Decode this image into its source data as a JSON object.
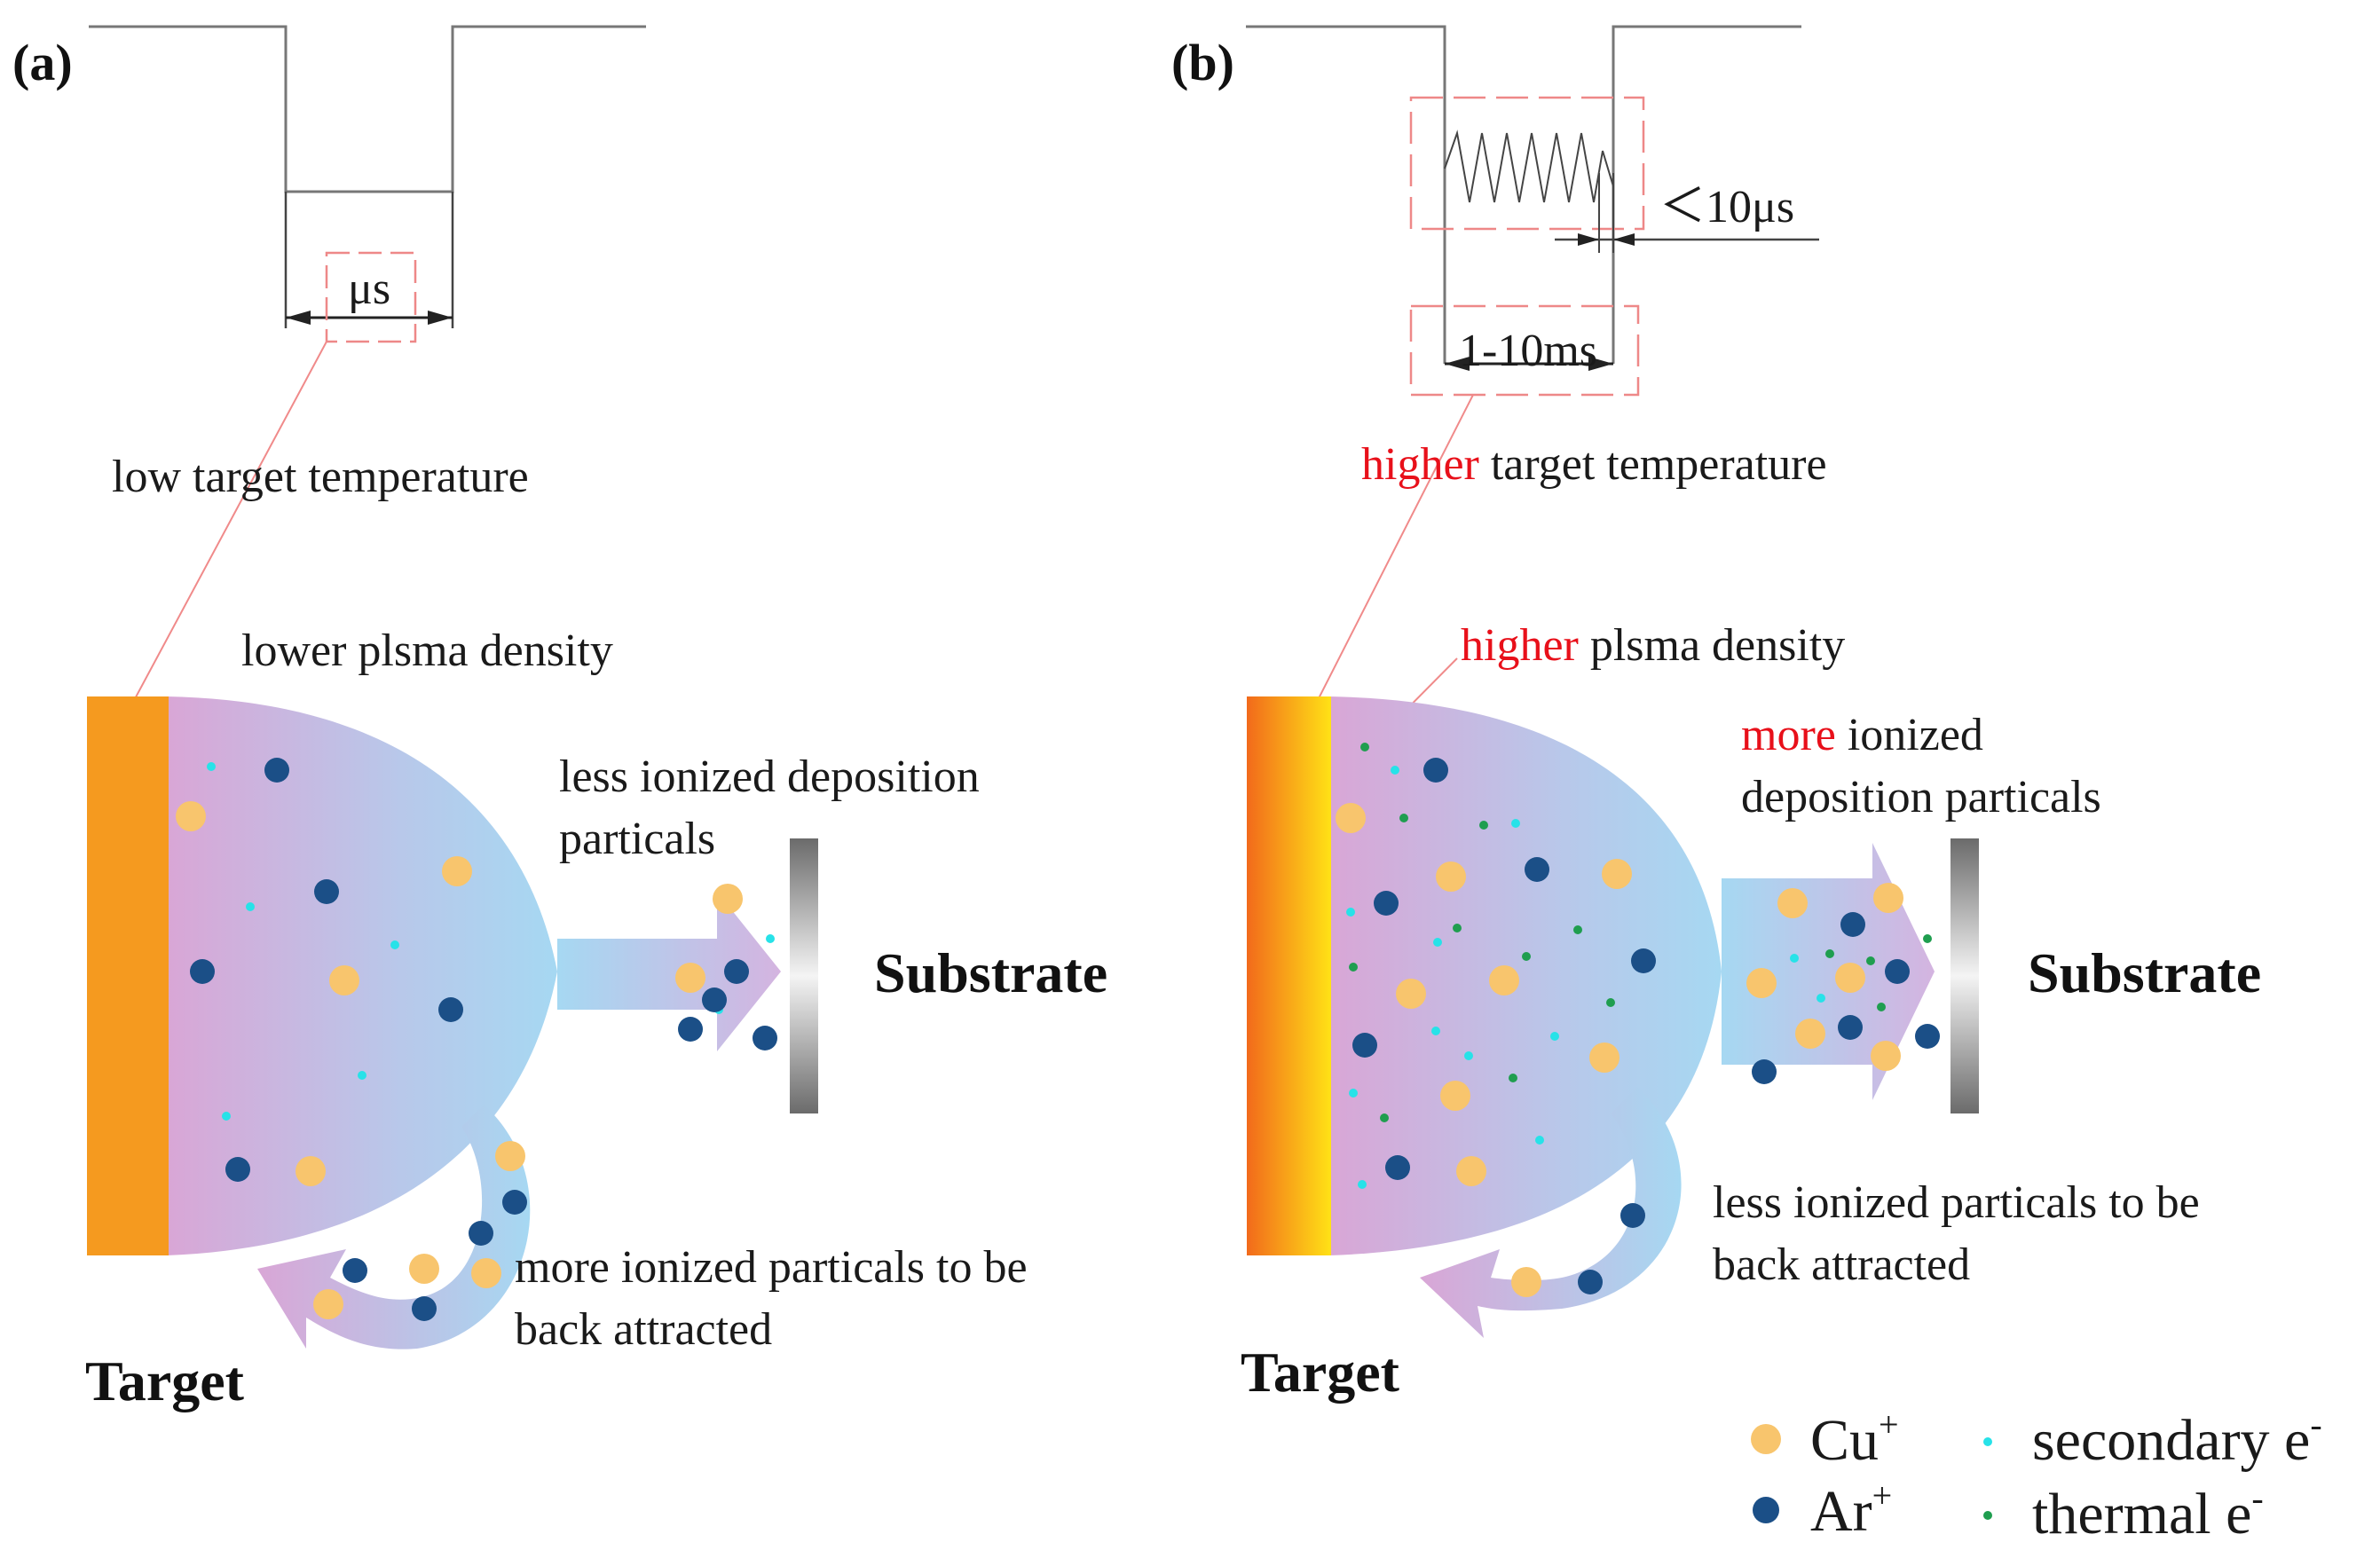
{
  "panels": [
    {
      "id": "a",
      "label": "(a)",
      "pulse_width": "μs",
      "target_temperature": {
        "prefix": "",
        "rest": "low target  temperature"
      },
      "plasma_density": {
        "prefix": "",
        "rest": "lower plsma density"
      },
      "deposition_particles": {
        "line1_prefix": "",
        "line1": "less ionized deposition",
        "line2": "particals"
      },
      "back_attracted": {
        "line1": "more ionized  particals to be",
        "line2": "back attracted"
      },
      "substrate": "Substrate",
      "target": "Target",
      "target_colors": [
        "#f59a1f",
        "#f59a1f"
      ]
    },
    {
      "id": "b",
      "label": "(b)",
      "pulse_width": "1-10ms",
      "oscillation_period": "＜10μs",
      "target_temperature": {
        "prefix": "higher",
        "rest": " target  temperature"
      },
      "plasma_density": {
        "prefix": "higher",
        "rest": " plsma density"
      },
      "deposition_particles": {
        "line1_prefix": "more",
        "line1": " ionized",
        "line2": "deposition particals"
      },
      "back_attracted": {
        "line1": "less ionized  particals to be",
        "line2": "back attracted"
      },
      "substrate": "Substrate",
      "target": "Target",
      "target_colors": [
        "#f26a1b",
        "#ffe216"
      ]
    }
  ],
  "legend": [
    {
      "symbol": "Cu",
      "sup": "+",
      "marker": "large-dot",
      "color": "#f8c56d"
    },
    {
      "symbol": "Ar",
      "sup": "+",
      "marker": "large-dot",
      "color": "#1b4f87"
    },
    {
      "symbol": "secondary e",
      "sup": "-",
      "marker": "small-dot",
      "color": "#27e2e8"
    },
    {
      "symbol": "thermal e",
      "sup": "-",
      "marker": "small-dot",
      "color": "#1f9e4f"
    }
  ],
  "colors": {
    "plasma_left": "#d9a6d6",
    "plasma_right": "#a6d8f2",
    "cu_ion": "#f8c56d",
    "ar_ion": "#1b4f87",
    "secondary_e": "#27e2e8",
    "thermal_e": "#1f9e4f",
    "highlight": "#e8101a"
  }
}
